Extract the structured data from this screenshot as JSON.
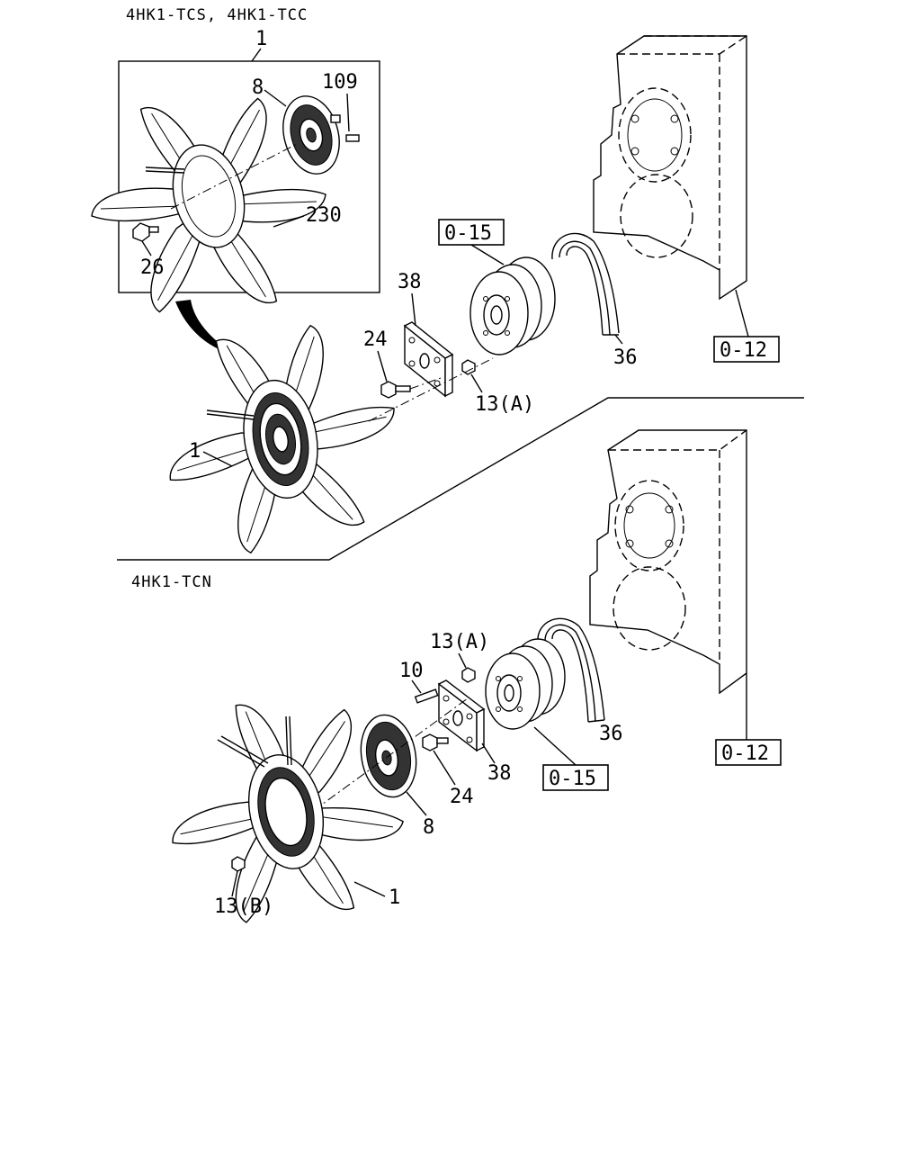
{
  "titles": {
    "upper_variant": "4HK1-TCS, 4HK1-TCC",
    "lower_variant": "4HK1-TCN"
  },
  "upper": {
    "inset_callout": "1",
    "inset_fan_clutch": "8",
    "inset_bolt": "109",
    "inset_fan": "230",
    "inset_nut": "26",
    "fan": "1",
    "bolt": "24",
    "plate": "38",
    "nut": "13(A)",
    "belt": "36",
    "pulley_ref": "0-15",
    "engine_ref": "0-12"
  },
  "lower": {
    "nut_a": "13(A)",
    "stud": "10",
    "plate": "38",
    "bolt": "24",
    "fan_clutch": "8",
    "fan": "1",
    "nut_b": "13(B)",
    "belt": "36",
    "pulley_ref": "0-15",
    "engine_ref": "0-12"
  }
}
